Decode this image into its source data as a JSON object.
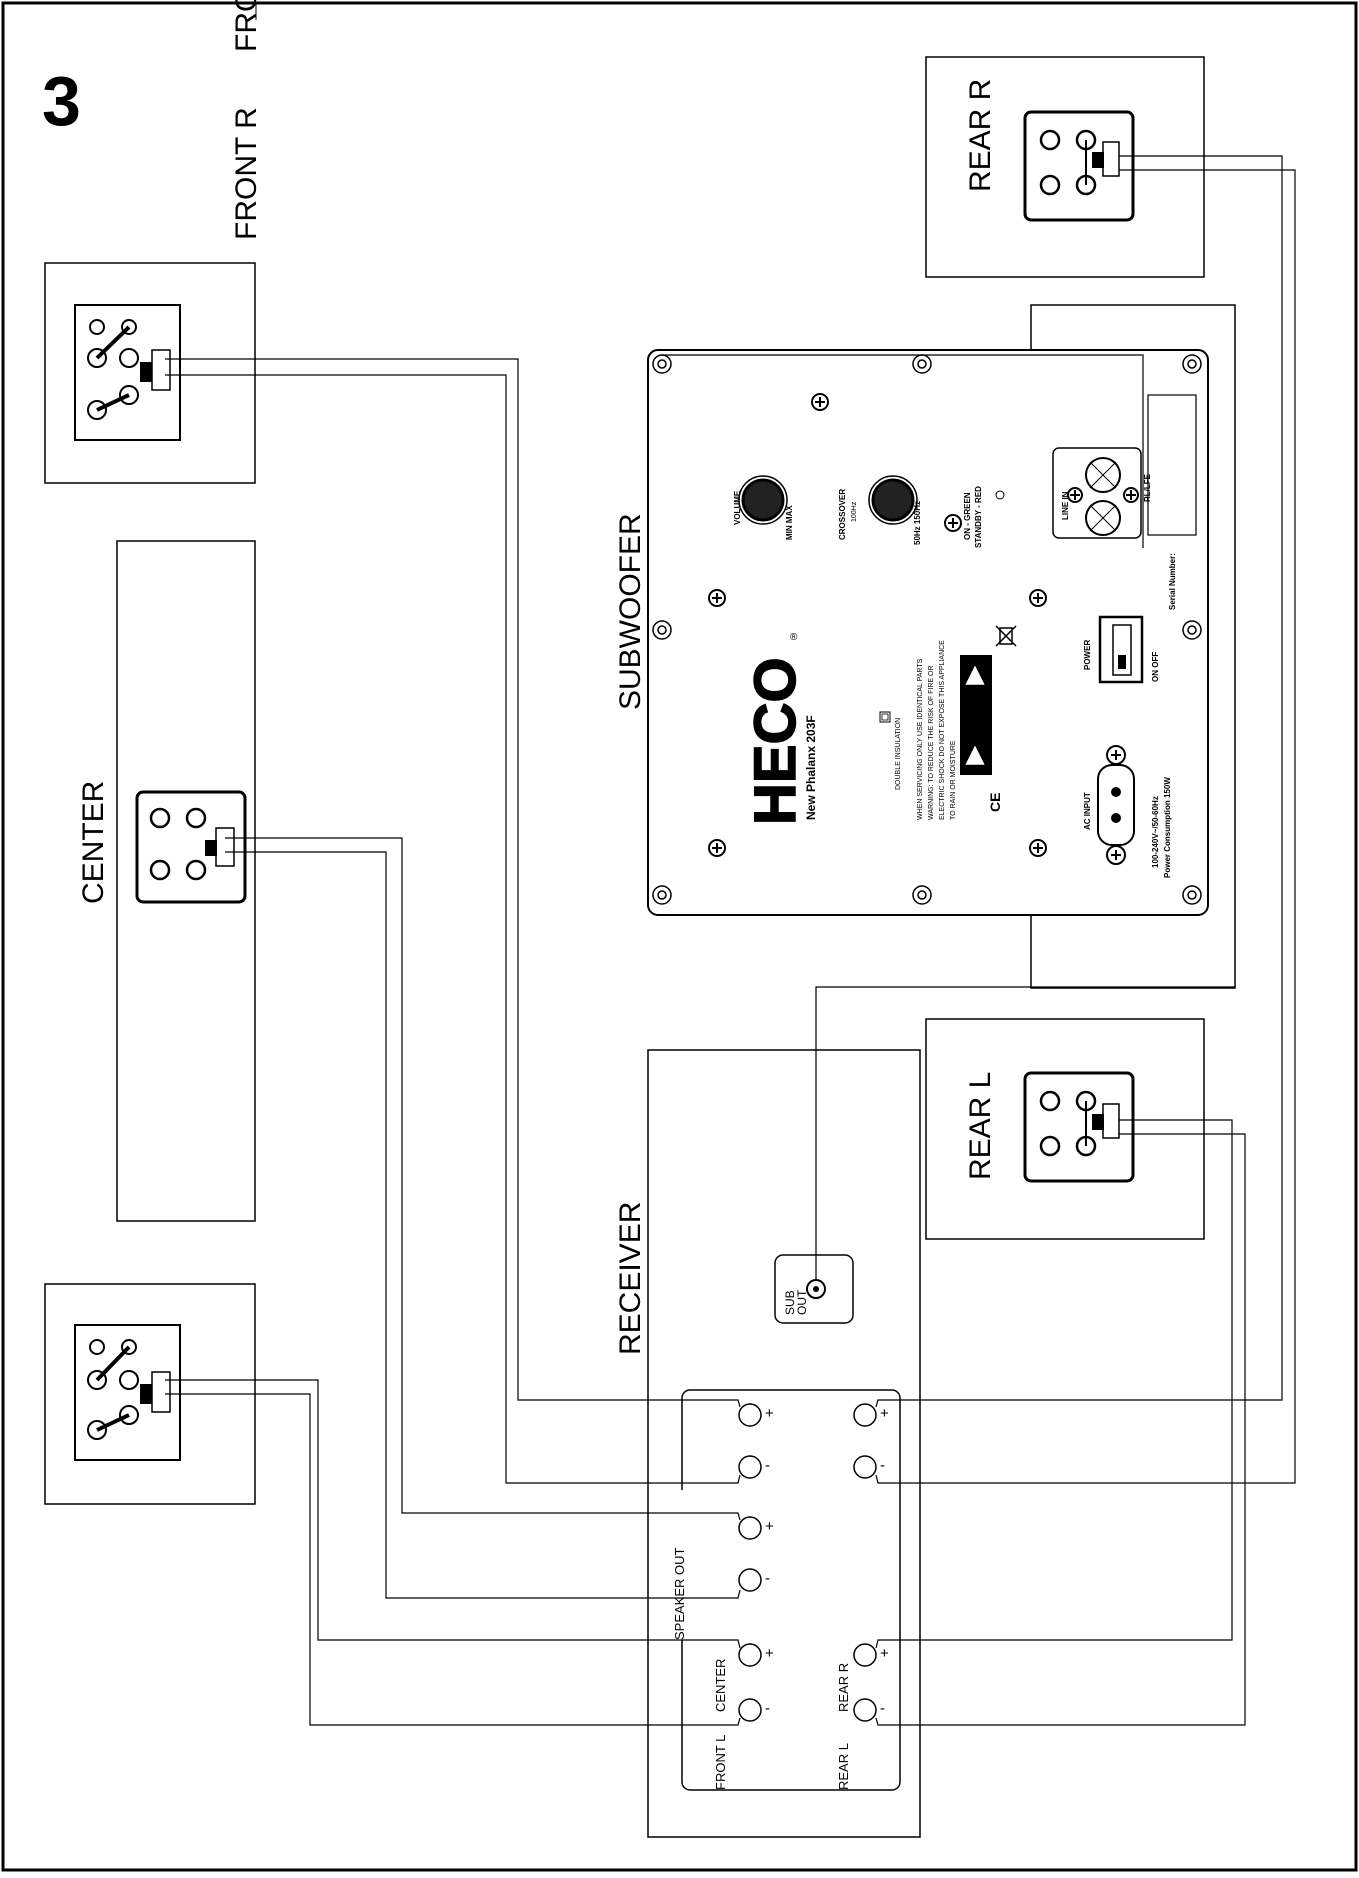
{
  "figure_number": "3",
  "labels": {
    "front_r": "FRONT  R",
    "front_r_top": "FRON",
    "center": "CENTER",
    "subwoofer": "SUBWOOFER",
    "rear_r": "REAR  R",
    "rear_l": "REAR  L",
    "receiver": "RECEIVER",
    "sub_out": "SUB\nOUT",
    "sub_out_l1": "SUB",
    "sub_out_l2": "OUT",
    "speaker_out": "SPEAKER OUT",
    "front_l_group": "FRONT  L",
    "center_group": "CENTER",
    "rear_l_group": "REAR  L",
    "rear_r_group": "REAR  R",
    "plus": "+",
    "minus": "-"
  },
  "subwoofer_panel": {
    "brand": "HECO",
    "model": "New Phalanx 203F",
    "volume": "VOLUME",
    "min_max": "MIN  MAX",
    "crossover": "CROSSOVER",
    "crossover_mid": "100Hz",
    "crossover_range": "50Hz  150Hz",
    "on_green": "ON - GREEN",
    "standby_red": "STANDBY - RED",
    "line_in": "LINE IN",
    "rl_lfe": "RL/LFE",
    "serial": "Serial Number:",
    "power": "POWER",
    "on_off": "ON  OFF",
    "ac_input": "AC INPUT",
    "voltage": "100-240V~/50-60Hz",
    "consumption": "Power Consumption 150W",
    "double_insulation": "DOUBLE INSULATION",
    "warning_1": "WHEN SERVICING ONLY USE IDENTICAL PARTS",
    "warning_2": "WARNING: TO REDUCE THE RISK OF FIRE OR",
    "warning_3": "ELECTRIC SHOCK DO NOT EXPOSE THIS APPLIANCE",
    "warning_4": "TO RAIN OR MOISTURE",
    "ce": "CE"
  }
}
